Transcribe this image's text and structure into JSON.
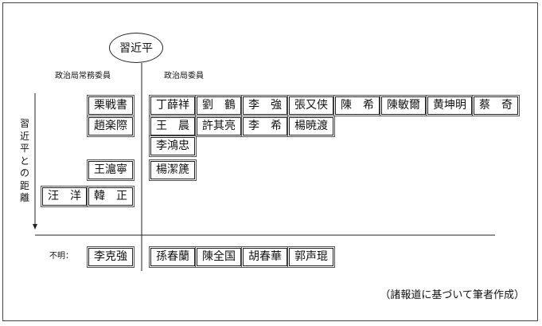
{
  "center_person": "習近平",
  "headers": {
    "standing_committee": "政治局常務委員",
    "politburo": "政治局委員"
  },
  "y_axis_label": "習近平との距離",
  "unknown_label": "不明：",
  "source_note": "（諸報道に基づいて筆者作成）",
  "rows": [
    {
      "standing": [
        "栗戦書"
      ],
      "politburo": [
        "丁薛祥",
        "劉　鶴",
        "李　強",
        "張又侠",
        "陳　希",
        "陳敏爾",
        "黄坤明",
        "蔡　奇"
      ]
    },
    {
      "standing": [
        "趙楽際"
      ],
      "politburo": [
        "王　晨",
        "許其亮",
        "李　希",
        "楊暁渡"
      ]
    },
    {
      "standing": [],
      "politburo": [
        "李鴻忠"
      ]
    },
    {
      "standing": [
        "王滬寧"
      ],
      "politburo": [
        "楊潔篪"
      ]
    },
    {
      "standing": [
        "汪　洋",
        "韓　正"
      ],
      "politburo": []
    }
  ],
  "unknown": {
    "standing": [
      "李克強"
    ],
    "politburo": [
      "孫春蘭",
      "陳全国",
      "胡春華",
      "郭声琨"
    ]
  }
}
